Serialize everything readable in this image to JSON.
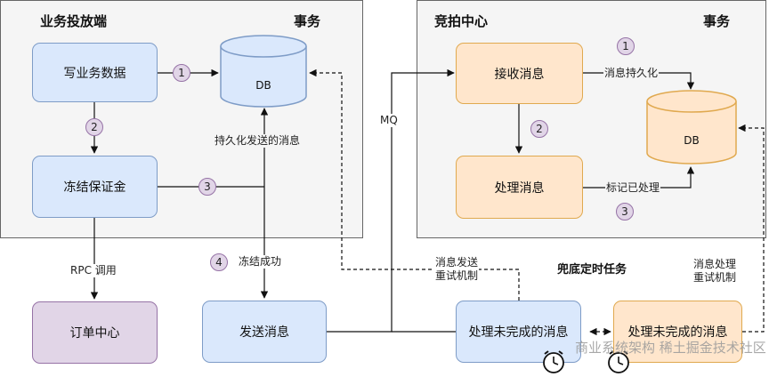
{
  "left_panel": {
    "title": "业务投放端",
    "tag": "事务"
  },
  "right_panel": {
    "title": "竞拍中心",
    "tag": "事务"
  },
  "boxes": {
    "write_data": "写业务数据",
    "freeze_deposit": "冻结保证金",
    "order_center": "订单中心",
    "send_message": "发送消息",
    "process_unfinished_left": "处理未完成的消息",
    "receive_message": "接收消息",
    "process_message": "处理消息",
    "process_unfinished_right": "处理未完成的消息"
  },
  "databases": {
    "left": "DB",
    "right": "DB"
  },
  "labels": {
    "persist_sent": "持久化发送的消息",
    "freeze_success": "冻结成功",
    "rpc_call": "RPC 调用",
    "mq": "MQ",
    "msg_persist": "消息持久化",
    "mark_processed": "标记已处理",
    "send_retry": "消息发送\n重试机制",
    "process_retry": "消息处理\n重试机制",
    "fallback_task": "兜底定时任务"
  },
  "steps_left": [
    "1",
    "2",
    "3",
    "4"
  ],
  "steps_right": [
    "1",
    "2",
    "3"
  ],
  "watermark": "商业系统架构 稀土掘金技术社区"
}
